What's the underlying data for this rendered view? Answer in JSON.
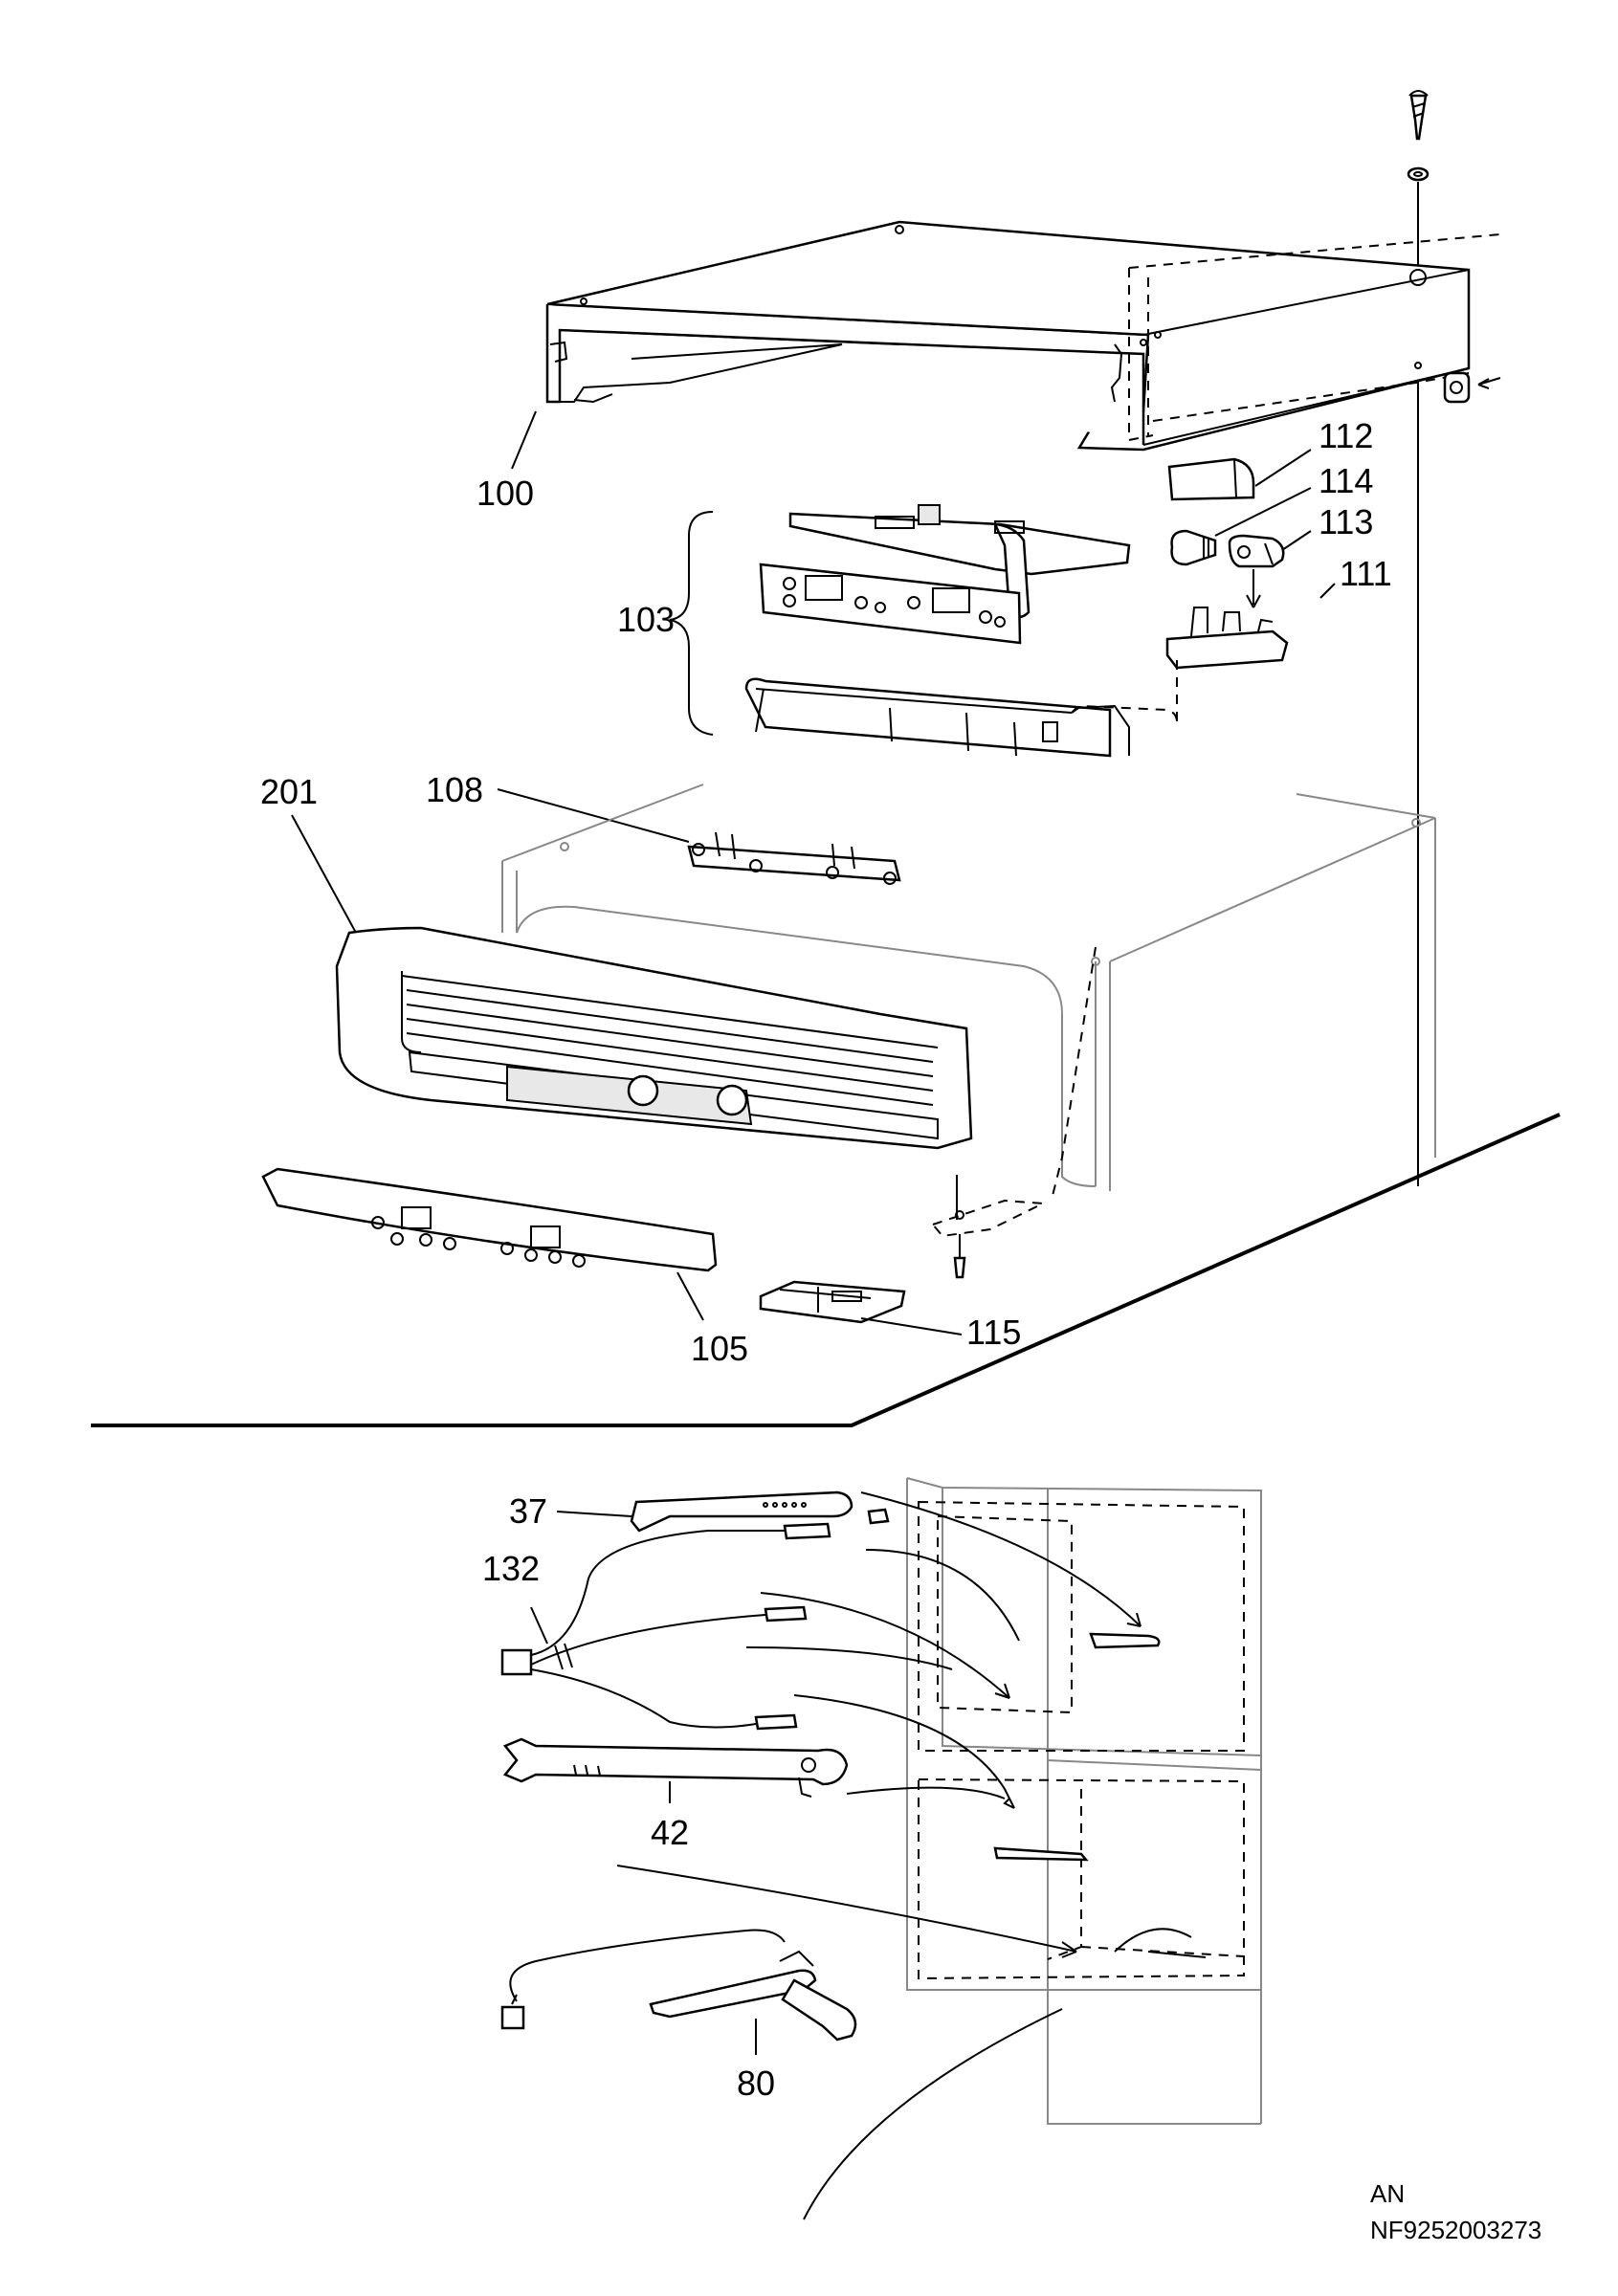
{
  "labels": {
    "p100": "100",
    "p112": "112",
    "p114": "114",
    "p113": "113",
    "p111": "111",
    "p103": "103",
    "p201": "201",
    "p108": "108",
    "p105": "105",
    "p115": "115",
    "p37": "37",
    "p132": "132",
    "p42": "42",
    "p80": "80"
  },
  "footer": {
    "code1": "AN",
    "code2": "NF9252003273"
  }
}
